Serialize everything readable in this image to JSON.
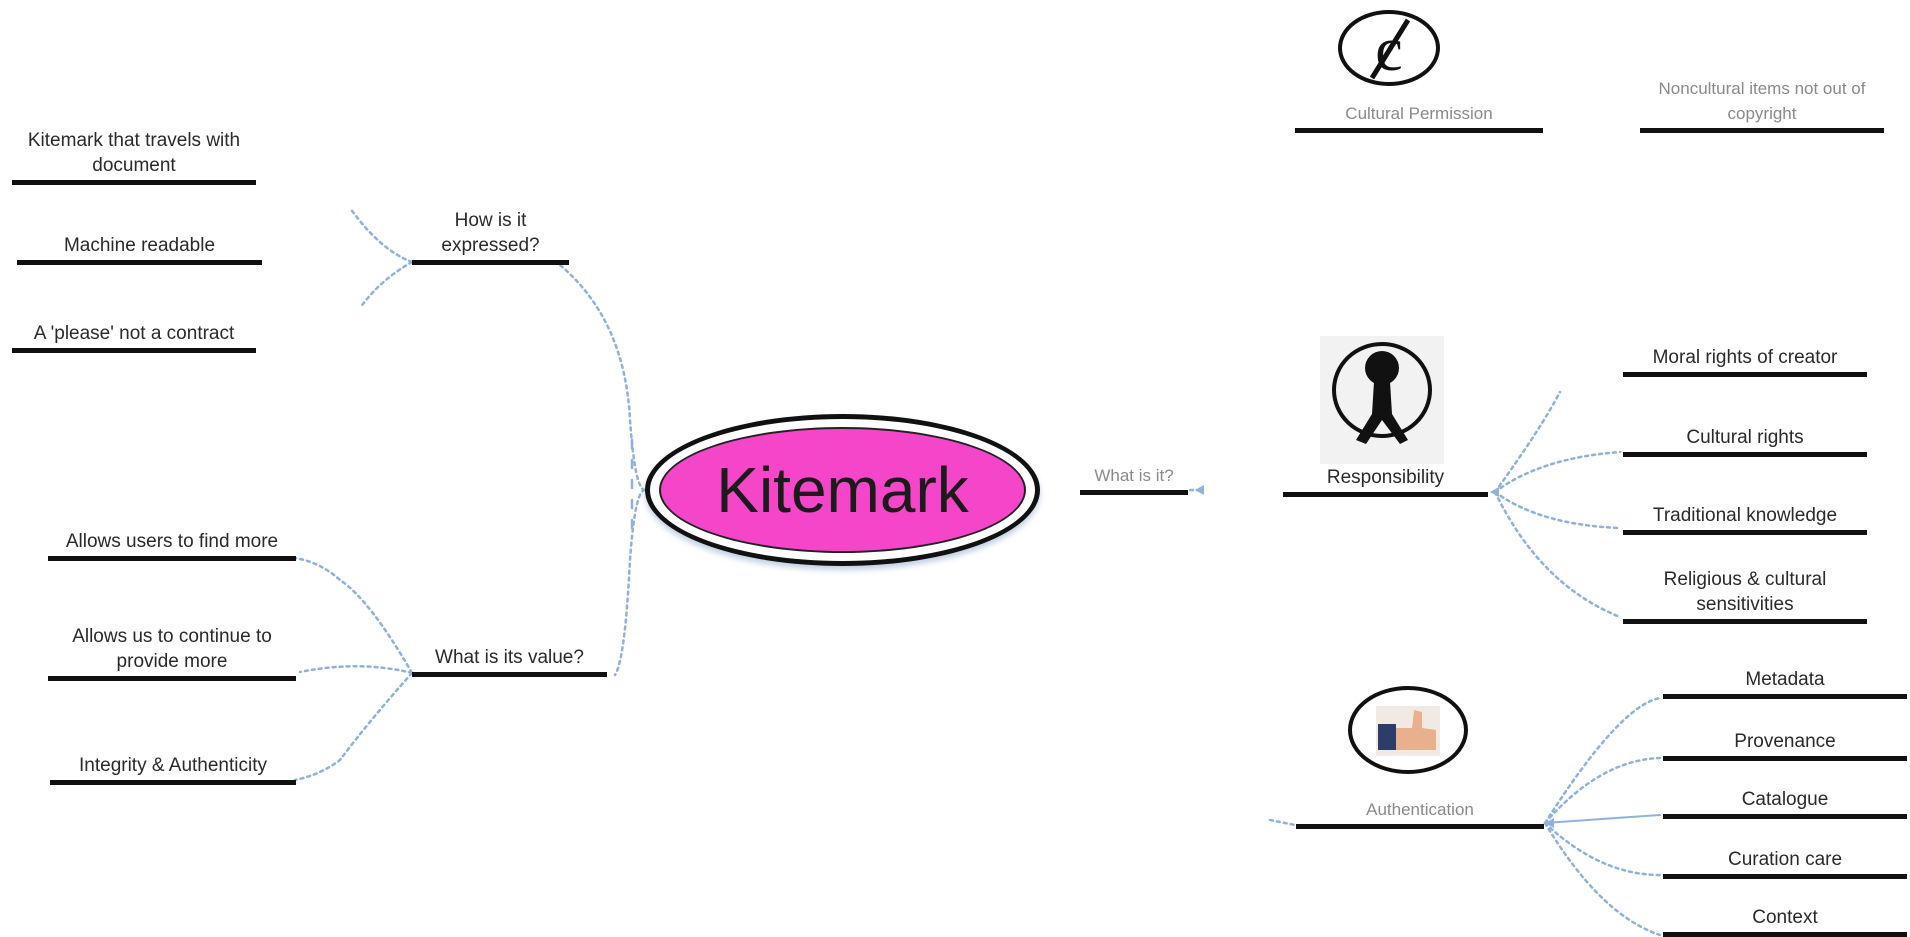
{
  "root": {
    "label": "Kitemark"
  },
  "left_upper": {
    "branch": "How is it expressed?",
    "children": [
      "Kitemark that travels with document",
      "Machine readable",
      "A 'please' not a contract"
    ]
  },
  "left_lower": {
    "branch": "What is its value?",
    "children": [
      "Allows users to find more",
      "Allows us to continue to provide more",
      "Integrity & Authenticity"
    ]
  },
  "right": {
    "connector": "What is it?",
    "top_label": "Cultural Permission",
    "top_child": "Noncultural items not out of copyright",
    "responsibility": {
      "label": "Responsibility",
      "children": [
        "Moral rights of creator",
        "Cultural rights",
        "Traditional knowledge",
        "Religious & cultural sensitivities"
      ]
    },
    "authentication": {
      "label": "Authentication",
      "children": [
        "Metadata",
        "Provenance",
        "Catalogue",
        "Curation care",
        "Context"
      ]
    }
  },
  "icons": {
    "copyright": "no-copyright-icon",
    "responsibility": "runner-in-ring-icon",
    "authentication": "thumbs-up-icon"
  },
  "colors": {
    "root_fill": "#f545c8",
    "link": "#7fa7d6",
    "underline": "#111111"
  }
}
